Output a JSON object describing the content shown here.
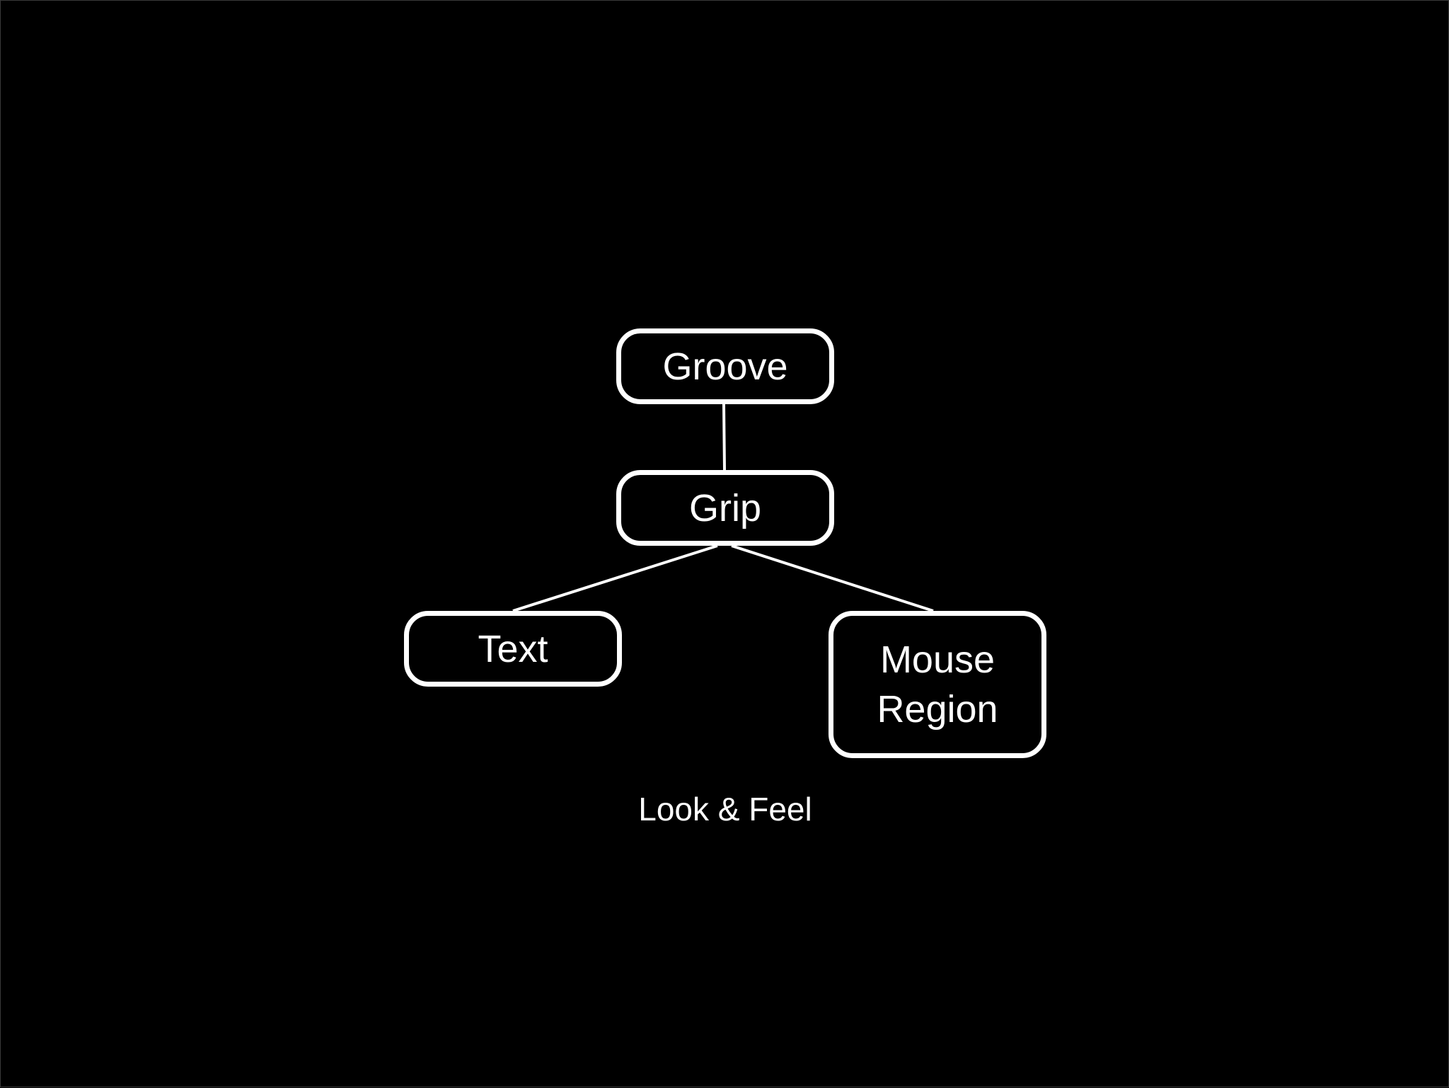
{
  "colors": {
    "background": "#000000",
    "foreground": "#ffffff"
  },
  "diagram": {
    "nodes": [
      {
        "id": "groove",
        "label": "Groove"
      },
      {
        "id": "grip",
        "label": "Grip"
      },
      {
        "id": "text",
        "label": "Text"
      },
      {
        "id": "mouse-region",
        "label": "Mouse Region"
      }
    ],
    "edges": [
      {
        "from": "groove",
        "to": "grip"
      },
      {
        "from": "grip",
        "to": "text"
      },
      {
        "from": "grip",
        "to": "mouse-region"
      }
    ],
    "caption": "Look & Feel"
  }
}
